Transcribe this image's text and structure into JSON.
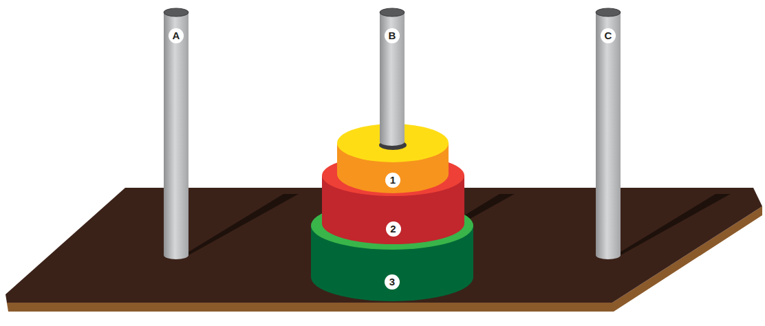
{
  "diagram": {
    "nodes": [
      {
        "text": [
          "A"
        ]
      },
      {
        "text": [
          "B"
        ]
      },
      {
        "text": [
          "C"
        ]
      },
      {
        "text": [
          "1"
        ]
      },
      {
        "text": [
          "2"
        ]
      },
      {
        "text": [
          "3"
        ]
      }
    ]
  }
}
